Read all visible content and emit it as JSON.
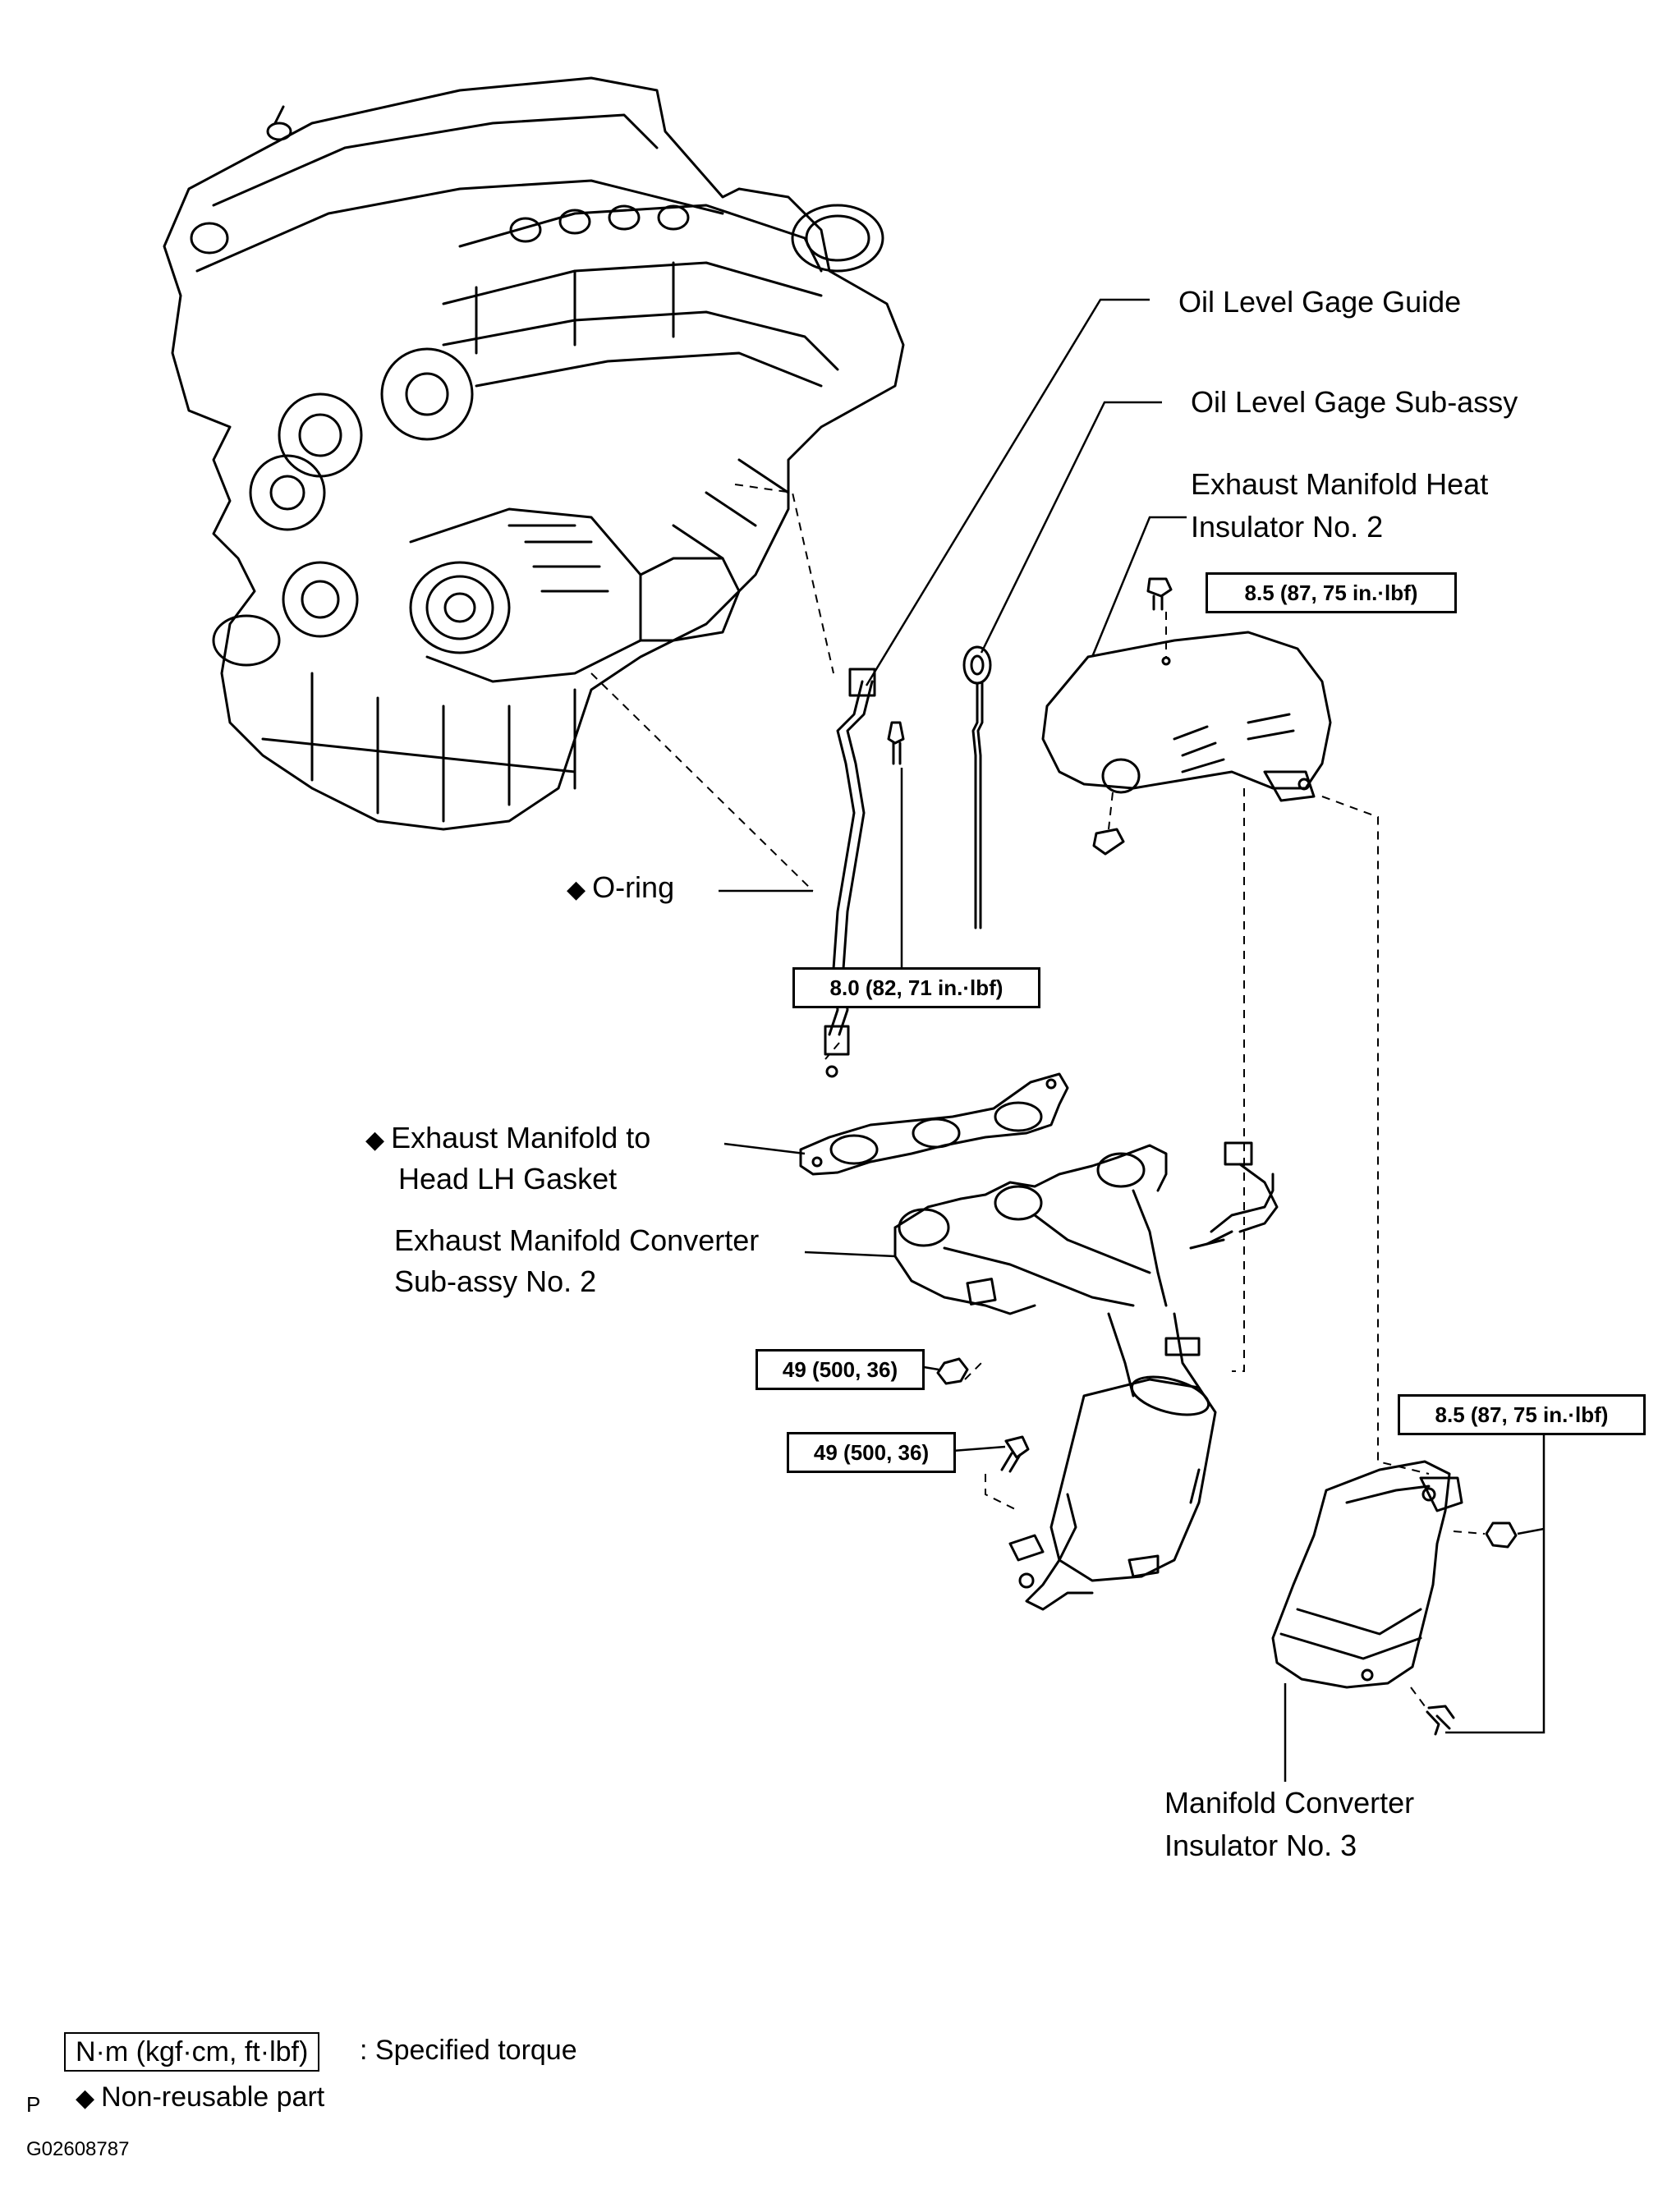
{
  "labels": {
    "oil_level_gage_guide": "Oil Level Gage Guide",
    "oil_level_gage_sub_assy": "Oil Level Gage Sub-assy",
    "heat_insulator_line1": "Exhaust Manifold Heat",
    "heat_insulator_line2": "Insulator No. 2",
    "o_ring": "O-ring",
    "gasket_line1": "Exhaust Manifold to",
    "gasket_line2": "Head LH Gasket",
    "converter_line1": "Exhaust Manifold Converter",
    "converter_line2": "Sub-assy No. 2",
    "insulator3_line1": "Manifold Converter",
    "insulator3_line2": "Insulator No. 3"
  },
  "torque": {
    "heat_insulator_bolt": "8.5 (87, 75 in.·lbf)",
    "gage_guide_bolt": "8.0 (82, 71 in.·lbf)",
    "converter_nut": "49 (500, 36)",
    "converter_bolt": "49 (500, 36)",
    "insulator3_bolts": "8.5 (87, 75 in.·lbf)"
  },
  "legend": {
    "torque_units": "N·m (kgf·cm, ft·lbf)",
    "torque_desc": ": Specified torque",
    "non_reusable": "Non-reusable part",
    "diamond": "◆"
  },
  "footer": {
    "letter": "P",
    "code": "G02608787"
  }
}
